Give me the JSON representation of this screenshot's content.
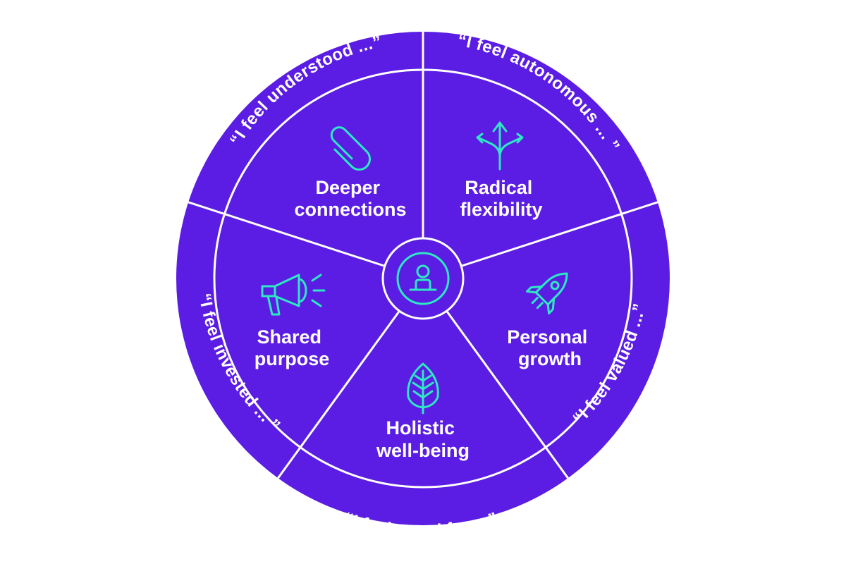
{
  "colors": {
    "primary": "#5b1ce3",
    "accent": "#2ee8c4",
    "divider": "#ffffff"
  },
  "center": {
    "icon": "person-icon"
  },
  "segments": [
    {
      "key": "connections",
      "outer_label": "“I feel understood ...”",
      "title_line1": "Deeper",
      "title_line2": "connections",
      "icon": "paperclip-icon"
    },
    {
      "key": "flexibility",
      "outer_label": "“I feel autonomous ... ”",
      "title_line1": "Radical",
      "title_line2": "flexibility",
      "icon": "branching-arrows-icon"
    },
    {
      "key": "growth",
      "outer_label": "“I feel valued ...”",
      "title_line1": "Personal",
      "title_line2": "growth",
      "icon": "rocket-icon"
    },
    {
      "key": "wellbeing",
      "outer_label": "“I feel cared for ...”",
      "title_line1": "Holistic",
      "title_line2": "well-being",
      "icon": "leaf-icon"
    },
    {
      "key": "purpose",
      "outer_label": "“I feel invested ... ”",
      "title_line1": "Shared",
      "title_line2": "purpose",
      "icon": "megaphone-icon"
    }
  ]
}
